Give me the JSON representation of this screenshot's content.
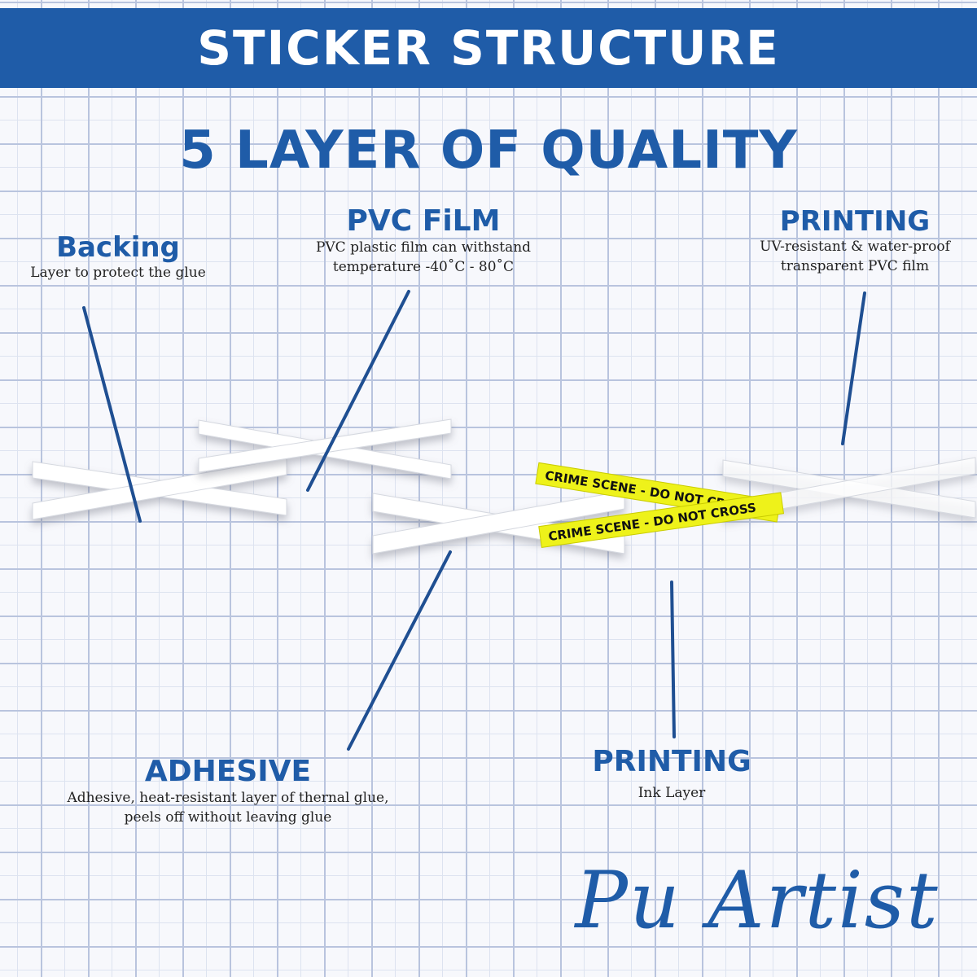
{
  "header": {
    "title": "STICKER STRUCTURE"
  },
  "subtitle": "5 LAYER OF QUALITY",
  "layers": {
    "backing": {
      "title": "Backing",
      "description": "Layer to protect the glue"
    },
    "pvc_film": {
      "title": "PVC FiLM",
      "description": "PVC plastic film can withstand\ntemperature -40˚C - 80˚C"
    },
    "printing_top": {
      "title": "PRINTING",
      "description": "UV-resistant & water-proof\ntransparent PVC film"
    },
    "adhesive": {
      "title": "ADHESIVE",
      "description": "Adhesive, heat-resistant layer of thernal glue,\npeels off without leaving glue"
    },
    "printing_bottom": {
      "title": "PRINTING",
      "description": "Ink Layer"
    }
  },
  "tape": {
    "text_1": "CRIME SCENE - DO NOT CROSS",
    "text_2": "CRIME SCENE - DO NOT CROSS"
  },
  "brand": {
    "signature": "Pu Artist"
  },
  "colors": {
    "brand_blue": "#1f5ca8",
    "grid": "#b9c4de",
    "tape_yellow": "#eef21a"
  }
}
